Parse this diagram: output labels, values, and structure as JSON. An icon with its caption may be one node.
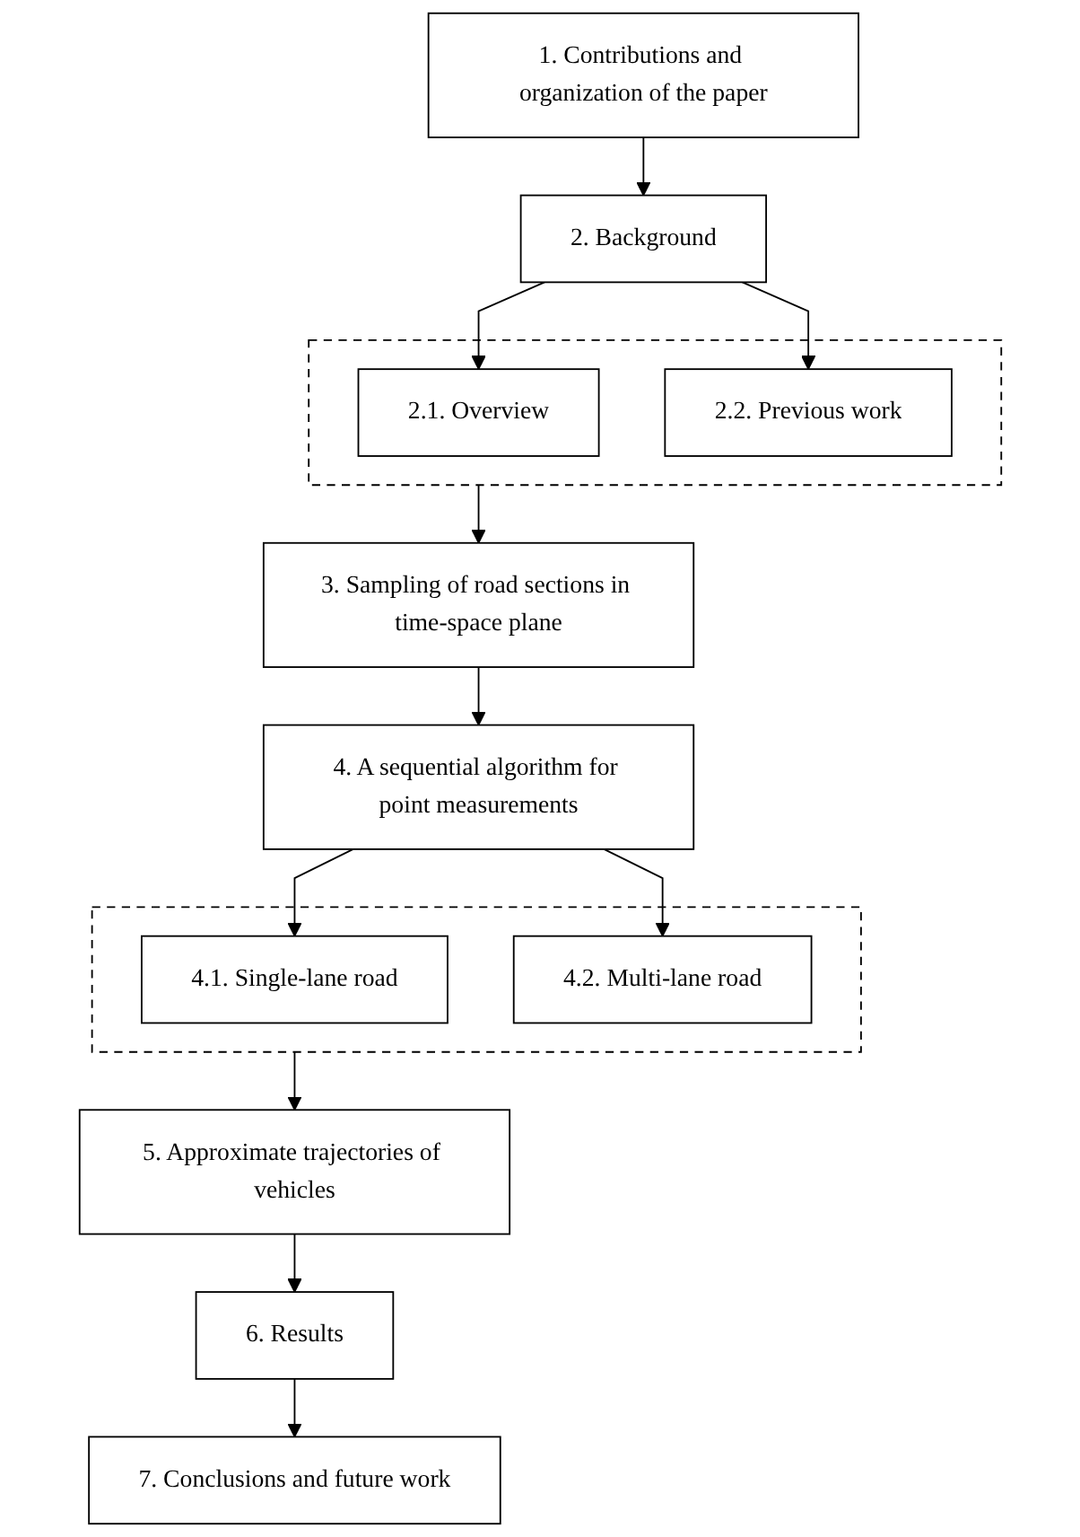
{
  "diagram": {
    "nodes": [
      {
        "text": [
          "1. Contributions and organization of the paper"
        ]
      },
      {
        "text": [
          "2. Background"
        ]
      },
      {
        "text": [],
        "shape": "box"
      },
      {
        "text": [
          "2.1. Overview"
        ],
        "in": 2
      },
      {
        "text": [
          "2.2. Previous work"
        ],
        "in": 2
      },
      {
        "text": [
          "3. Sampling of road sections in time-space plane"
        ]
      },
      {
        "text": [
          "4. A sequential algorithm for point measurements"
        ]
      },
      {
        "text": [],
        "shape": "box"
      },
      {
        "text": [
          "4.1. Single-lane road"
        ],
        "in": 7
      },
      {
        "text": [
          "4.2. Multi-lane road"
        ],
        "in": 7
      },
      {
        "text": [
          "5. Approximate trajectories of vehicles"
        ]
      },
      {
        "text": [
          "6. Results"
        ]
      },
      {
        "text": [
          "7. Conclusions and future work"
        ]
      }
    ],
    "edges": [
      {
        "from": 0,
        "to": 1,
        "arrow": "to"
      },
      {
        "from": 1,
        "to": 3,
        "arrow": "to"
      },
      {
        "from": 1,
        "to": 4,
        "arrow": "to"
      },
      {
        "from": 2,
        "to": 5,
        "arrow": "to"
      },
      {
        "from": 5,
        "to": 6,
        "arrow": "to"
      },
      {
        "from": 6,
        "to": 8,
        "arrow": "to"
      },
      {
        "from": 6,
        "to": 9,
        "arrow": "to"
      },
      {
        "from": 7,
        "to": 10,
        "arrow": "to"
      },
      {
        "from": 10,
        "to": 11,
        "arrow": "to"
      },
      {
        "from": 11,
        "to": 12,
        "arrow": "to"
      }
    ]
  }
}
